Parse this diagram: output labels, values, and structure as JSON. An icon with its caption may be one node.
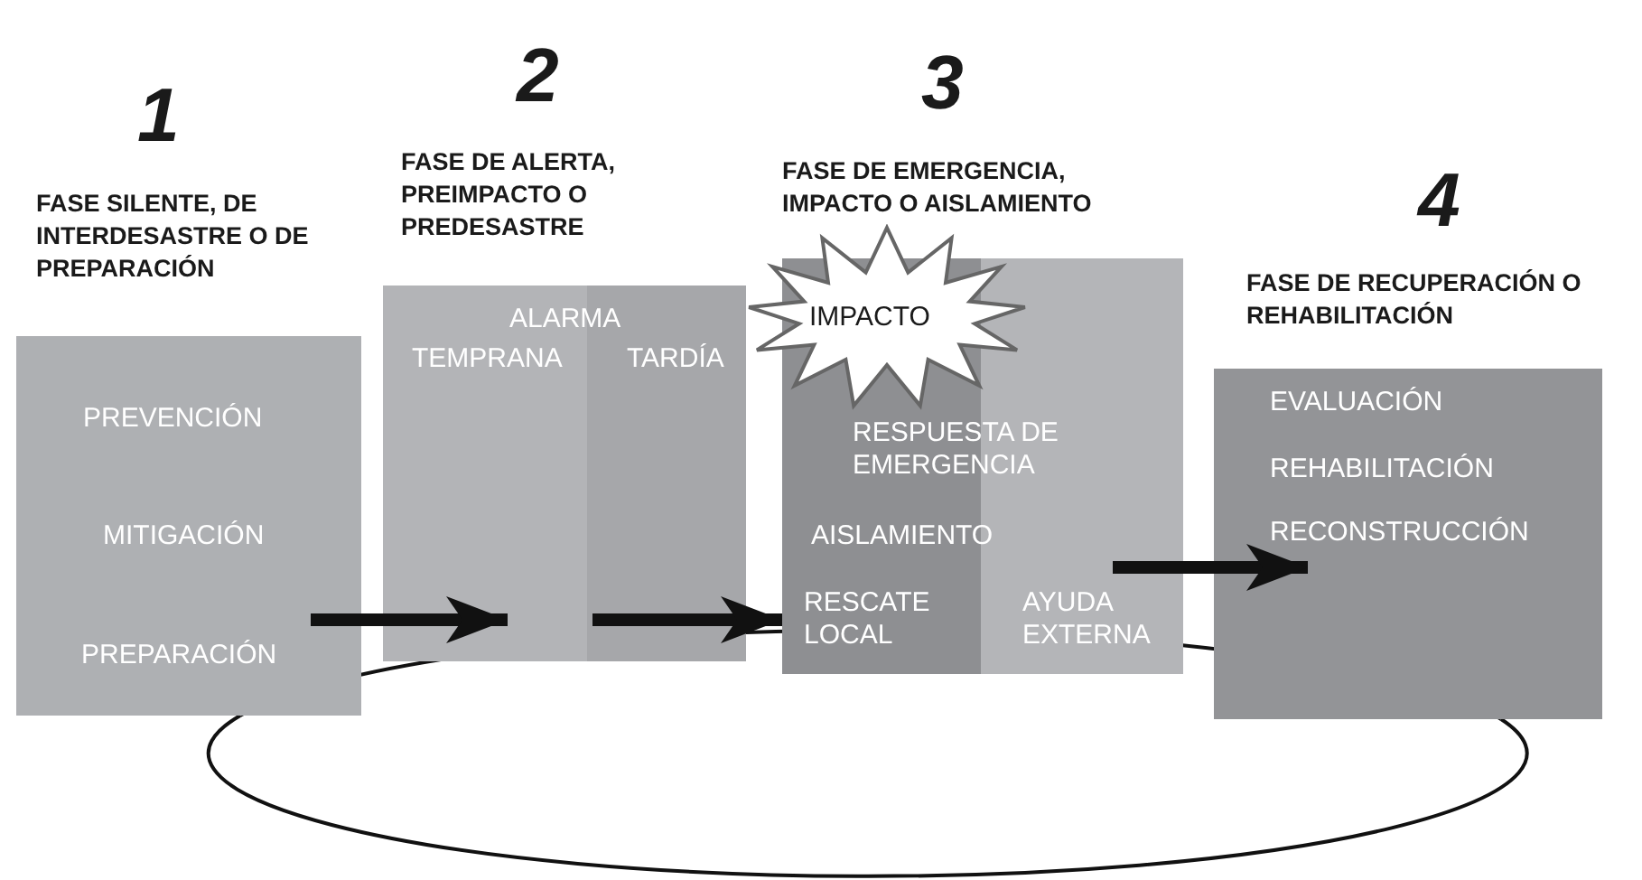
{
  "diagram": {
    "nodes": [
      {
        "text": [
          "1",
          "FASE SILENTE, DE INTERDESASTRE O DE PREPARACIÓN",
          "PREVENCIÓN",
          "MITIGACIÓN",
          "PREPARACIÓN"
        ]
      },
      {
        "text": [
          "2",
          "FASE DE ALERTA, PREIMPACTO O PREDESASTRE",
          "ALARMA"
        ]
      },
      {
        "text": [
          "TEMPRANA"
        ],
        "in": 1
      },
      {
        "text": [
          "TARDÍA"
        ],
        "in": 1
      },
      {
        "text": [
          "3",
          "FASE DE EMERGENCIA, IMPACTO O AISLAMIENTO",
          "RESPUESTA DE EMERGENCIA",
          "AISLAMIENTO"
        ]
      },
      {
        "text": [
          "RESCATE LOCAL"
        ],
        "in": 4
      },
      {
        "text": [
          "AYUDA EXTERNA"
        ],
        "in": 4
      },
      {
        "text": [
          "IMPACTO"
        ]
      },
      {
        "text": [
          "4",
          "FASE DE RECUPERACIÓN O REHABILITACIÓN",
          "EVALUACIÓN",
          "REHABILITACIÓN",
          "RECONSTRUCCIÓN"
        ]
      }
    ],
    "edges": [
      {
        "from": 0,
        "to": 2,
        "arrow": "to"
      },
      {
        "from": 3,
        "to": 5,
        "arrow": "to"
      },
      {
        "from": 6,
        "to": 8,
        "arrow": "to"
      },
      {
        "from": 8,
        "to": 0,
        "arrow": "none"
      }
    ]
  }
}
